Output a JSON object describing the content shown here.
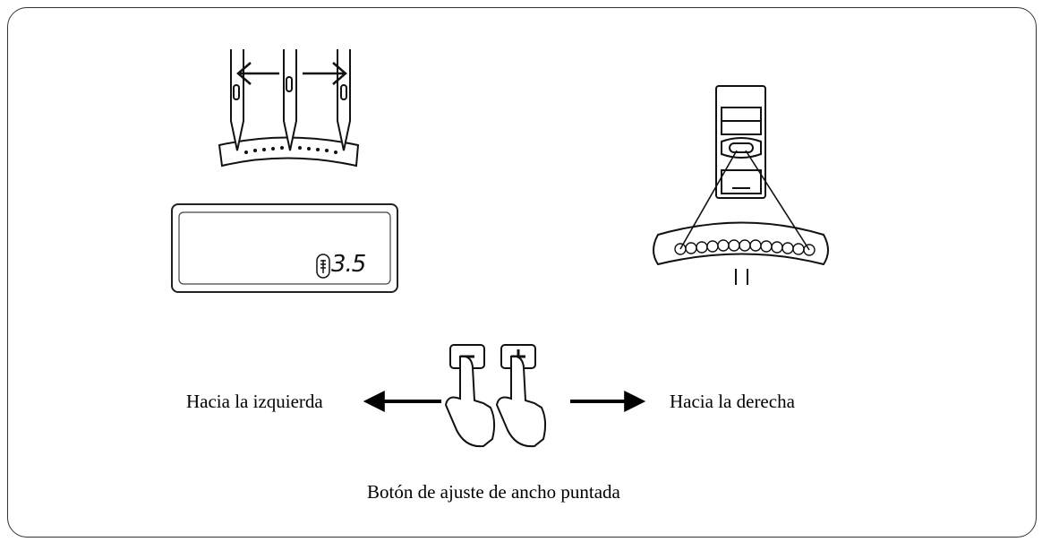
{
  "display": {
    "value": "3.5",
    "icon": "stitch-width-icon"
  },
  "buttons": {
    "minus": "minus-button",
    "plus": "plus-button"
  },
  "labels": {
    "left": "Hacia la izquierda",
    "right": "Hacia la derecha",
    "caption": "Botón de ajuste de ancho puntada"
  }
}
